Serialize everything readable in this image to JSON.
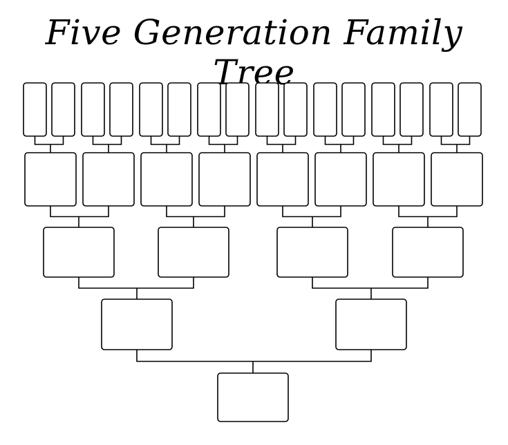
{
  "title": "Five Generation Family Tree",
  "colors": {
    "line": "#000000",
    "background": "#ffffff"
  },
  "tree": {
    "generations": 5,
    "slots_per_generation": [
      1,
      2,
      4,
      8,
      16
    ],
    "slot_text": ""
  }
}
